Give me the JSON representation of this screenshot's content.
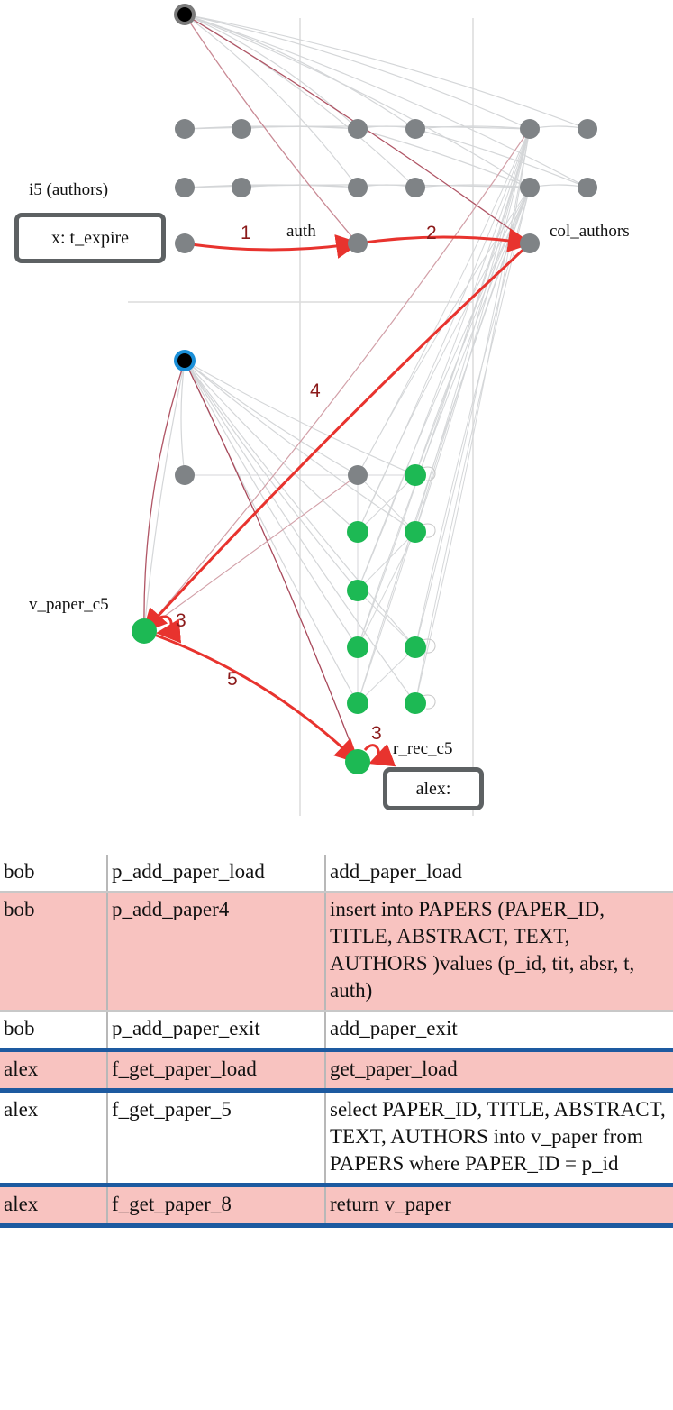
{
  "graph": {
    "labels": {
      "i5": "i5 (authors)",
      "auth": "auth",
      "col_authors": "col_authors",
      "v_paper_c5": "v_paper_c5",
      "r_rec_c5": "r_rec_c5"
    },
    "step_numbers": {
      "s1": "1",
      "s2": "2",
      "s3a": "3",
      "s3b": "3",
      "s4": "4",
      "s5": "5"
    },
    "boxes": {
      "x_box": "x: t_expire",
      "alex_box": "alex:"
    },
    "colors": {
      "gray_node": "#7f8386",
      "green_node": "#1db954",
      "highlight_edge": "#e8332e",
      "root_ring_blue": "#1a8fd8"
    }
  },
  "table": {
    "rows": [
      {
        "user": "bob",
        "label": "p_add_paper_load",
        "statement": "add_paper_load",
        "highlight": false,
        "separator": false
      },
      {
        "user": "bob",
        "label": "p_add_paper4",
        "statement": "insert into PAPERS (PAPER_ID, TITLE, ABSTRACT, TEXT, AUTHORS )values (p_id, tit, absr, t, auth)",
        "highlight": true,
        "separator": false
      },
      {
        "user": "bob",
        "label": "p_add_paper_exit",
        "statement": "add_paper_exit",
        "highlight": false,
        "separator": true
      },
      {
        "user": "alex",
        "label": "f_get_paper_load",
        "statement": "get_paper_load",
        "highlight": true,
        "separator": true
      },
      {
        "user": "alex",
        "label": "f_get_paper_5",
        "statement": "select PAPER_ID, TITLE, ABSTRACT, TEXT, AUTHORS into v_paper from PAPERS where PAPER_ID = p_id",
        "highlight": false,
        "separator": true
      },
      {
        "user": "alex",
        "label": "f_get_paper_8",
        "statement": "return v_paper",
        "highlight": true,
        "separator": true
      }
    ]
  }
}
